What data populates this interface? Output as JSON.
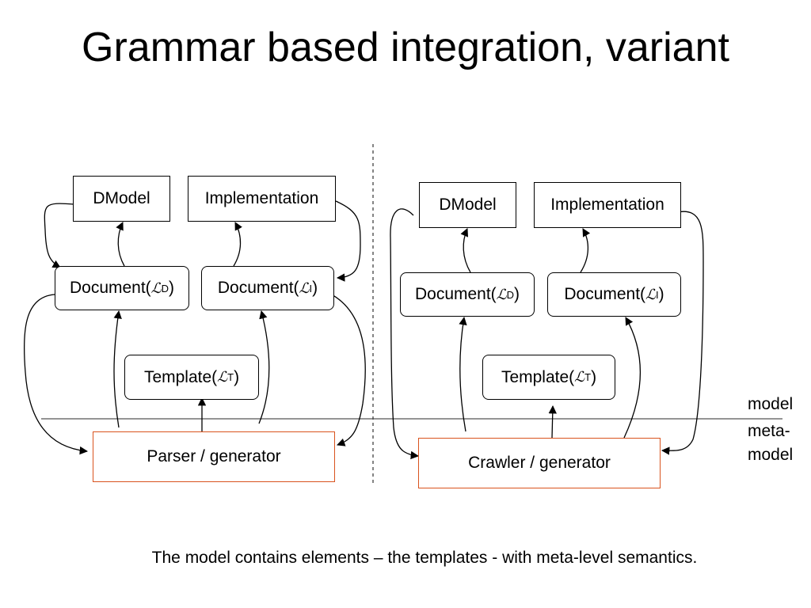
{
  "title": "Grammar based integration, variant",
  "caption": "The model contains elements – the templates - with meta-level semantics.",
  "level_labels": {
    "model": "model",
    "meta_line1": "meta-",
    "meta_line2": "model"
  },
  "lang_symbol": "ℒ",
  "left": {
    "dmodel": "DModel",
    "implementation": "Implementation",
    "doc_d": {
      "label": "Document(",
      "sub": "D",
      "close": ")"
    },
    "doc_i": {
      "label": "Document(",
      "sub": "I",
      "close": ")"
    },
    "template": {
      "label": "Template(",
      "sub": "T",
      "close": ")"
    },
    "tool": "Parser / generator"
  },
  "right": {
    "dmodel": "DModel",
    "implementation": "Implementation",
    "doc_d": {
      "label": "Document(",
      "sub": "D",
      "close": ")"
    },
    "doc_i": {
      "label": "Document(",
      "sub": "I",
      "close": ")"
    },
    "template": {
      "label": "Template(",
      "sub": "T",
      "close": ")"
    },
    "tool": "Crawler / generator"
  },
  "colors": {
    "tool_border": "#d9531e",
    "lines": "#000000"
  }
}
